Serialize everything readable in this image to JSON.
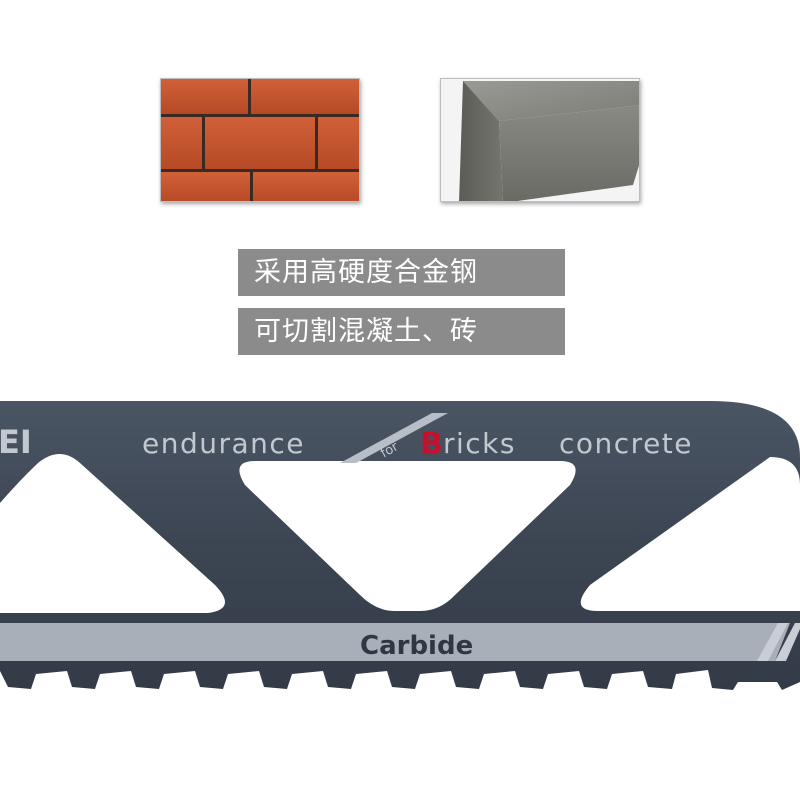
{
  "captions": {
    "line1": "采用高硬度合金钢",
    "line2": "可切割混凝土、砖"
  },
  "blade": {
    "brand_fragment": "EI",
    "word_endurance": "endurance",
    "word_for": "for",
    "word_bricks_initial": "B",
    "word_bricks_rest": "ricks",
    "word_concrete": "concrete",
    "stripe_label": "Carbide"
  },
  "colors": {
    "caption_bg": "#8b8b8b",
    "blade_steel": "#3d4654",
    "blade_text": "#c2c8d0",
    "accent_red": "#c8102e",
    "brick": "#c0532d",
    "mortar": "#3a2a22",
    "concrete": "#8e8e88"
  }
}
